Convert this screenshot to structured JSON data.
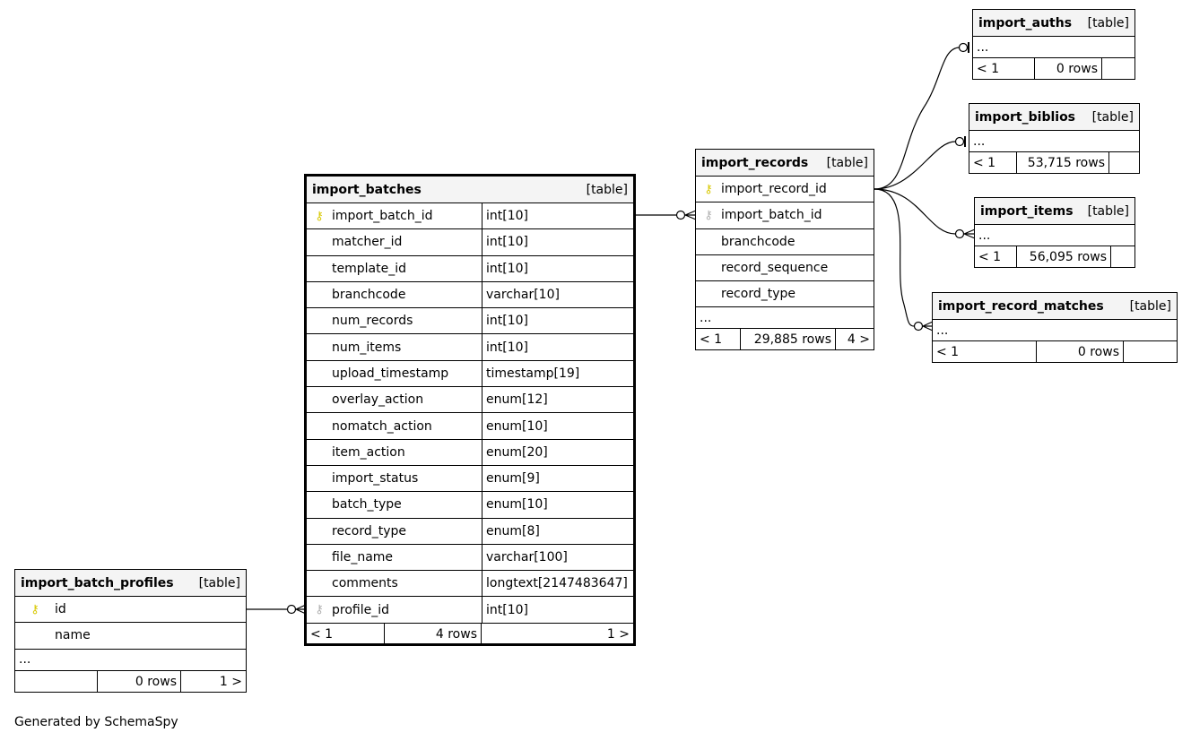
{
  "credit": "Generated by SchemaSpy",
  "tag": "[table]",
  "ellipsis": "...",
  "import_batches": {
    "name": "import_batches",
    "columns": [
      {
        "name": "import_batch_id",
        "type": "int[10]",
        "key": "pk"
      },
      {
        "name": "matcher_id",
        "type": "int[10]"
      },
      {
        "name": "template_id",
        "type": "int[10]"
      },
      {
        "name": "branchcode",
        "type": "varchar[10]"
      },
      {
        "name": "num_records",
        "type": "int[10]"
      },
      {
        "name": "num_items",
        "type": "int[10]"
      },
      {
        "name": "upload_timestamp",
        "type": "timestamp[19]"
      },
      {
        "name": "overlay_action",
        "type": "enum[12]"
      },
      {
        "name": "nomatch_action",
        "type": "enum[10]"
      },
      {
        "name": "item_action",
        "type": "enum[20]"
      },
      {
        "name": "import_status",
        "type": "enum[9]"
      },
      {
        "name": "batch_type",
        "type": "enum[10]"
      },
      {
        "name": "record_type",
        "type": "enum[8]"
      },
      {
        "name": "file_name",
        "type": "varchar[100]"
      },
      {
        "name": "comments",
        "type": "longtext[2147483647]"
      },
      {
        "name": "profile_id",
        "type": "int[10]",
        "key": "fk"
      }
    ],
    "footer": {
      "left": "< 1",
      "rows": "4 rows",
      "right": "1 >"
    }
  },
  "import_batch_profiles": {
    "name": "import_batch_profiles",
    "columns": [
      {
        "name": "id",
        "key": "pk"
      },
      {
        "name": "name"
      }
    ],
    "footer": {
      "left": "",
      "rows": "0 rows",
      "right": "1 >"
    }
  },
  "import_records": {
    "name": "import_records",
    "columns": [
      {
        "name": "import_record_id",
        "key": "pk"
      },
      {
        "name": "import_batch_id",
        "key": "fk"
      },
      {
        "name": "branchcode"
      },
      {
        "name": "record_sequence"
      },
      {
        "name": "record_type"
      }
    ],
    "footer": {
      "left": "< 1",
      "rows": "29,885 rows",
      "right": "4 >"
    }
  },
  "import_auths": {
    "name": "import_auths",
    "footer": {
      "left": "< 1",
      "rows": "0 rows",
      "right": ""
    }
  },
  "import_biblios": {
    "name": "import_biblios",
    "footer": {
      "left": "< 1",
      "rows": "53,715 rows",
      "right": ""
    }
  },
  "import_items": {
    "name": "import_items",
    "footer": {
      "left": "< 1",
      "rows": "56,095 rows",
      "right": ""
    }
  },
  "import_record_matches": {
    "name": "import_record_matches",
    "footer": {
      "left": "< 1",
      "rows": "0 rows",
      "right": ""
    }
  }
}
